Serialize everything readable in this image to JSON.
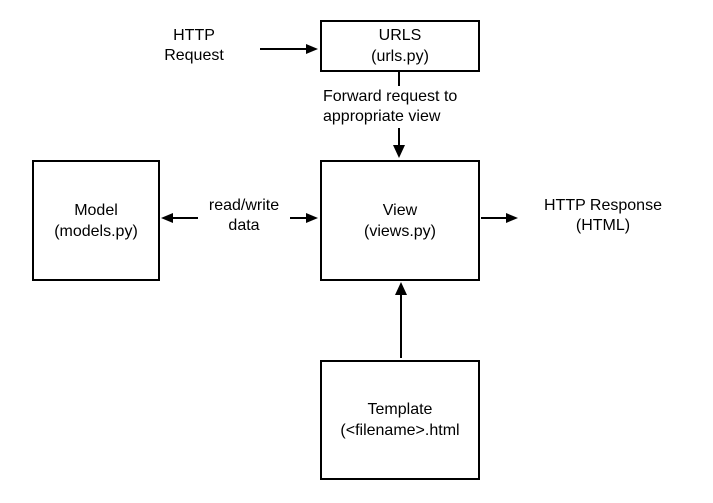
{
  "diagram": {
    "background_color": "#ffffff",
    "stroke_color": "#000000",
    "text_color": "#000000",
    "nodes": {
      "urls": {
        "title": "URLS",
        "subtitle": "(urls.py)"
      },
      "model": {
        "title": "Model",
        "subtitle": "(models.py)"
      },
      "view": {
        "title": "View",
        "subtitle": "(views.py)"
      },
      "template": {
        "title": "Template",
        "subtitle": "(<filename>.html"
      }
    },
    "labels": {
      "http_request": {
        "line1": "HTTP",
        "line2": "Request"
      },
      "forward_request": {
        "line1": "Forward request to",
        "line2": "appropriate view"
      },
      "read_write": {
        "line1": "read/write",
        "line2": "data"
      },
      "http_response": {
        "line1": "HTTP Response",
        "line2": "(HTML)"
      }
    },
    "edges": [
      {
        "from": "HTTP Request",
        "to": "URLS",
        "direction": "right",
        "label": ""
      },
      {
        "from": "URLS",
        "to": "View",
        "direction": "down",
        "label": "Forward request to appropriate view"
      },
      {
        "from": "View",
        "to": "Model",
        "direction": "both",
        "label": "read/write data"
      },
      {
        "from": "View",
        "to": "HTTP Response",
        "direction": "right",
        "label": ""
      },
      {
        "from": "Template",
        "to": "View",
        "direction": "up",
        "label": ""
      }
    ]
  }
}
